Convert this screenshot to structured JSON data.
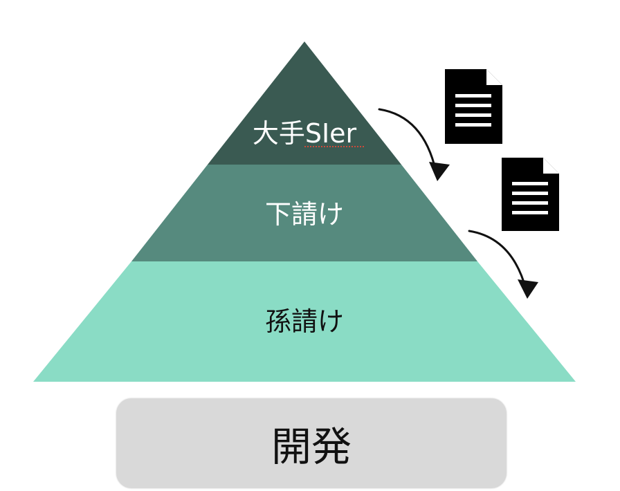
{
  "pyramid": {
    "tiers": [
      {
        "label": "大手SIer",
        "color": "#3a5a52",
        "text_color": "#ffffff"
      },
      {
        "label": "下請け",
        "color": "#568a7e",
        "text_color": "#ffffff"
      },
      {
        "label": "孫請け",
        "color": "#8adcc5",
        "text_color": "#111111"
      }
    ]
  },
  "base": {
    "label": "開発",
    "color": "#d9d9d9"
  },
  "icons": [
    "document-icon",
    "curved-arrow-icon"
  ]
}
